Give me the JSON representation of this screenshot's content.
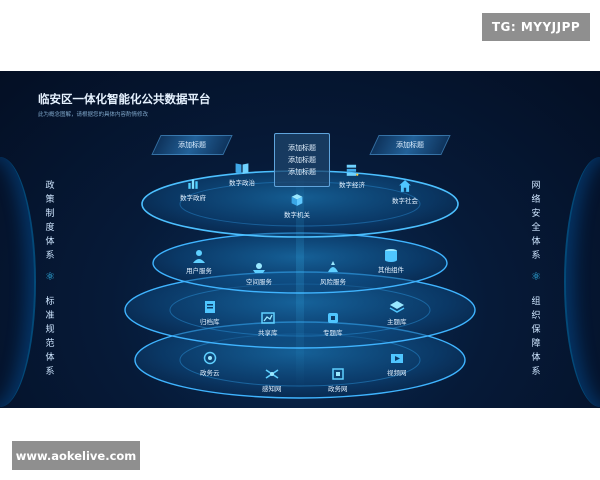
{
  "watermarks": {
    "top": "TG: MYYJJPP",
    "bottom": "www.aokelive.com"
  },
  "title": "临安区一体化智能化公共数据平台",
  "subtitle": "此为概念图解，请根据您的具体内容酌情修改",
  "left_side": {
    "top": [
      "政",
      "策",
      "制",
      "度",
      "体",
      "系"
    ],
    "bottom": [
      "标",
      "准",
      "规",
      "范",
      "体",
      "系"
    ],
    "icon": "atom-icon"
  },
  "right_side": {
    "top": [
      "网",
      "络",
      "安",
      "全",
      "体",
      "系"
    ],
    "bottom": [
      "组",
      "织",
      "保",
      "障",
      "体",
      "系"
    ],
    "icon": "atom-icon"
  },
  "tags": {
    "left": "添加标题",
    "right": "添加标题",
    "center": [
      "添加标题",
      "添加标题",
      "添加标题"
    ]
  },
  "layers": {
    "top": [
      {
        "label": "数字政府",
        "icon": "chart-icon"
      },
      {
        "label": "数字政治",
        "icon": "book-icon"
      },
      {
        "label": "数字机关",
        "icon": "cubes-icon"
      },
      {
        "label": "数字经济",
        "icon": "server-icon"
      },
      {
        "label": "数字社会",
        "icon": "house-icon"
      }
    ],
    "second": [
      {
        "label": "用户服务",
        "icon": "user-icon"
      },
      {
        "label": "空间服务",
        "icon": "space-icon"
      },
      {
        "label": "风险服务",
        "icon": "risk-icon"
      },
      {
        "label": "其他组件",
        "icon": "database-icon"
      }
    ],
    "third": [
      {
        "label": "归档库",
        "icon": "archive-icon"
      },
      {
        "label": "共享库",
        "icon": "share-icon"
      },
      {
        "label": "专题库",
        "icon": "topic-icon"
      },
      {
        "label": "主题库",
        "icon": "layers-icon"
      }
    ],
    "bottom": [
      {
        "label": "政务云",
        "icon": "cloud-icon"
      },
      {
        "label": "感知网",
        "icon": "network-icon"
      },
      {
        "label": "政务网",
        "icon": "gov-net-icon"
      },
      {
        "label": "视频网",
        "icon": "video-icon"
      }
    ]
  },
  "colors": {
    "accent": "#2bb8ff",
    "panel": "#061a38",
    "text": "#e6f2ff"
  }
}
